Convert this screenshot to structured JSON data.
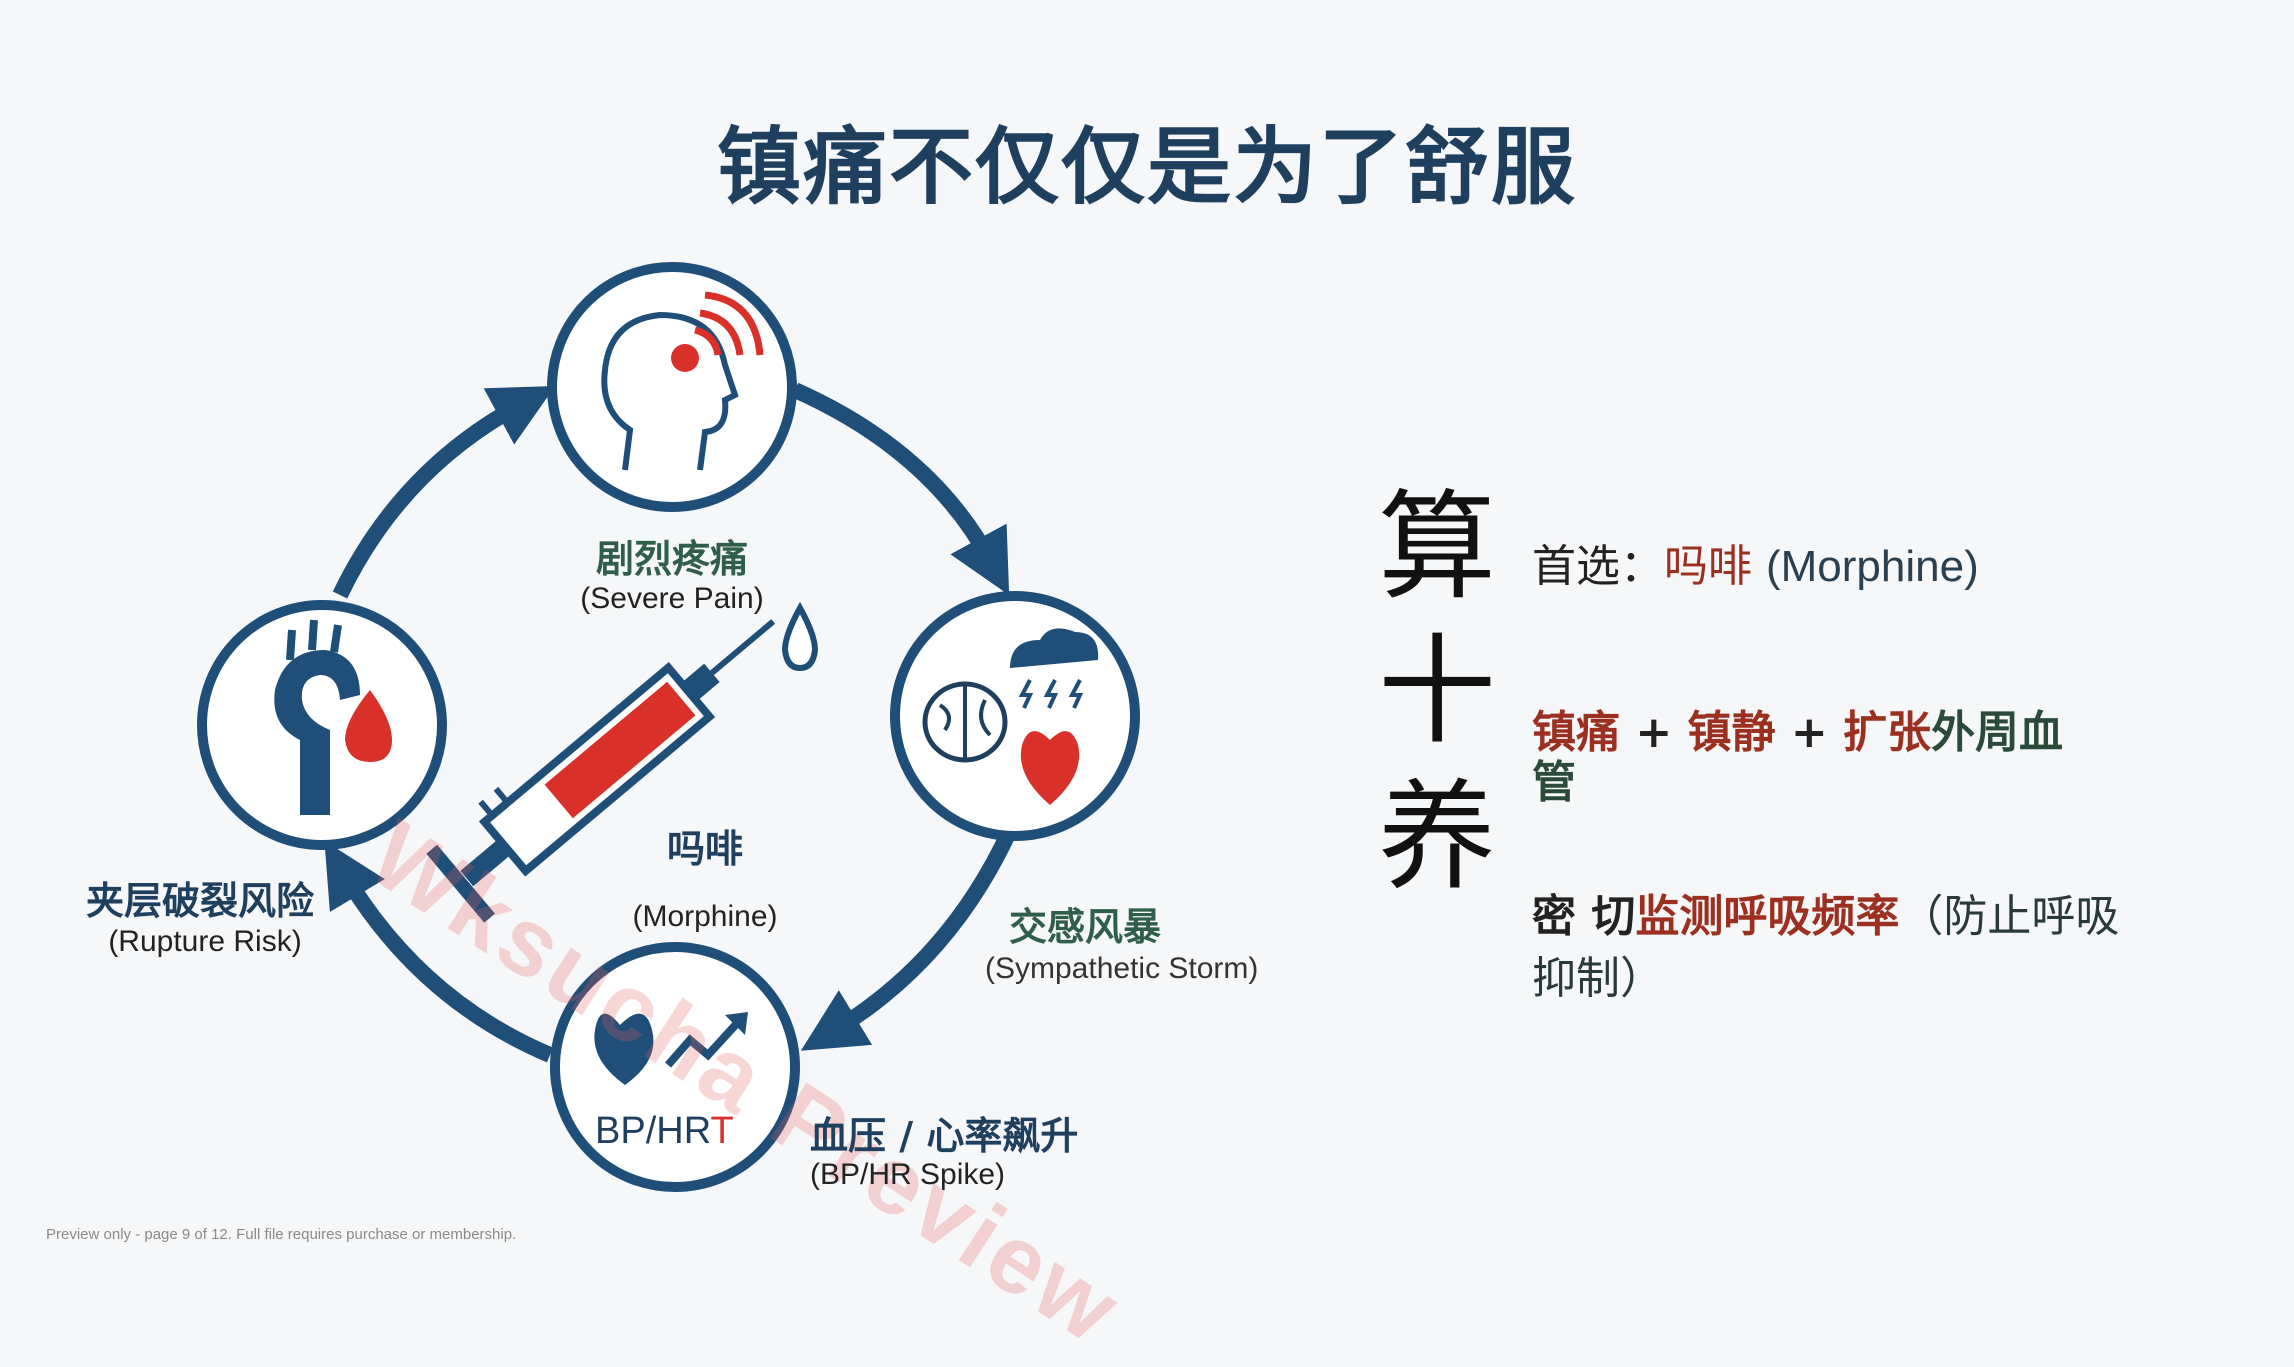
{
  "title": "镇痛不仅仅是为了舒服",
  "cycle": {
    "pain": {
      "cn": "剧烈疼痛",
      "en": "(Severe  Pain)"
    },
    "storm": {
      "cn": "交感风暴",
      "en": "(Sympathetic   Storm)"
    },
    "spike": {
      "cn": "血压 / 心率飙升",
      "en": "(BP/HR Spike)",
      "badge_main": "BP/HR",
      "badge_tail": "T"
    },
    "rupture": {
      "cn": "夹层破裂风险",
      "en": "(Rupture   Risk)"
    },
    "center": {
      "cn": "吗啡",
      "en": "(Morphine)"
    }
  },
  "side_chars": [
    "算",
    "十",
    "养"
  ],
  "right_panel": {
    "line1": {
      "prefix": "首选：",
      "drug": "吗啡",
      "en": "(Morphine)"
    },
    "line2": {
      "a": "镇痛",
      "plus1": "+",
      "b": "镇静",
      "plus2": "+",
      "c_red": "扩张",
      "c_rest1": "外周血",
      "c_rest2": "管"
    },
    "line3": {
      "lead": "密 切",
      "red": "监测呼吸频率",
      "rest1": "（防止呼吸",
      "rest2": "抑制）"
    }
  },
  "watermark": "Wksucha Preview",
  "footer": "Preview only - page 9 of 12. Full file requires purchase or membership.",
  "colors": {
    "navy": "#1f4e79",
    "red": "#d9302a",
    "green_label": "#2f5f4a",
    "dark_red_text": "#9c3020"
  }
}
